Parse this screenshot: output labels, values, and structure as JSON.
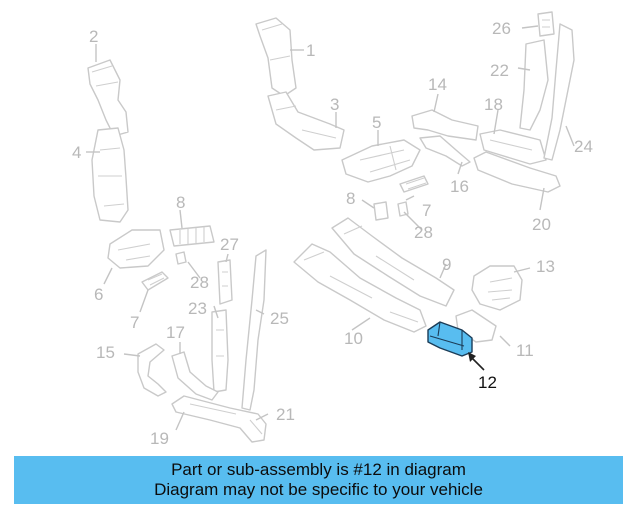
{
  "diagram": {
    "highlighted_part": "12",
    "callouts": [
      "1",
      "2",
      "3",
      "4",
      "5",
      "6",
      "7",
      "7",
      "8",
      "8",
      "9",
      "10",
      "11",
      "12",
      "13",
      "14",
      "15",
      "16",
      "17",
      "18",
      "19",
      "20",
      "21",
      "22",
      "23",
      "24",
      "25",
      "26",
      "27",
      "28",
      "28"
    ]
  },
  "banner": {
    "line1": "Part or sub-assembly is #12 in diagram",
    "line2": "Diagram may not be specific to your vehicle",
    "background": "#58bdf0"
  },
  "colors": {
    "highlight_fill": "#58bdf0",
    "line_art": "#c9c9c9",
    "highlight_text": "#111111"
  }
}
